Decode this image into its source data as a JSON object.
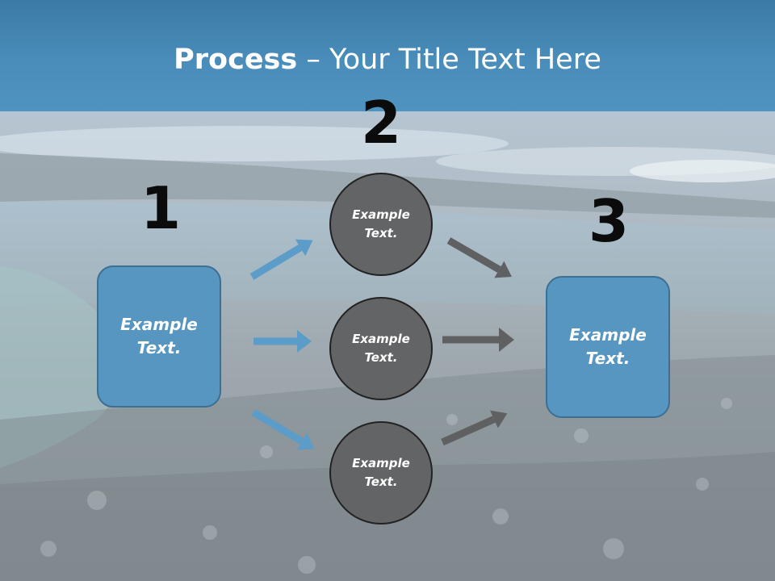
{
  "title": {
    "bold": "Process",
    "rest": " – Your Title Text Here"
  },
  "steps": [
    {
      "number": "1",
      "label": "Example Text."
    },
    {
      "number": "2",
      "items": [
        "Example Text.",
        "Example Text.",
        "Example Text."
      ]
    },
    {
      "number": "3",
      "label": "Example Text."
    }
  ],
  "colors": {
    "title_bar": "#4a8dba",
    "box_fill": "#5796c0",
    "box_border": "#3d6f93",
    "circle_fill": "#636466",
    "circle_border": "#222222",
    "blue_arrow": "#5b9cc8",
    "gray_arrow": "#5f6062",
    "number_text": "#0b0b0b"
  }
}
